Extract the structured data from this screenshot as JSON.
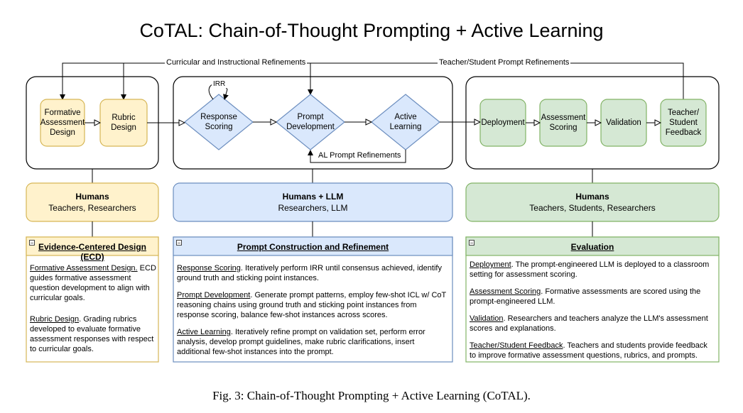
{
  "title": "CoTAL: Chain-of-Thought Prompting + Active Learning",
  "caption": "Fig. 3: Chain-of-Thought Prompting + Active Learning (CoTAL).",
  "edges": {
    "curricular": "Curricular and Instructional Refinements",
    "teacher_student": "Teacher/Student Prompt Refinements",
    "irr": "IRR",
    "al_refinements": "AL Prompt Refinements"
  },
  "nodes": {
    "formative": "Formative Assessment Design",
    "rubric": "Rubric Design",
    "response_scoring": "Response Scoring",
    "prompt_dev": "Prompt Development",
    "active_learning": "Active Learning",
    "deployment": "Deployment",
    "assessment_scoring": "Assessment Scoring",
    "validation": "Validation",
    "feedback": "Teacher/ Student Feedback"
  },
  "roles": {
    "left": {
      "title": "Humans",
      "sub": "Teachers, Researchers"
    },
    "mid": {
      "title": "Humans + LLM",
      "sub": "Researchers, LLM"
    },
    "right": {
      "title": "Humans",
      "sub": "Teachers, Students, Researchers"
    }
  },
  "panels": {
    "ecd": {
      "heading": "Evidence-Centered Design (ECD)",
      "items": [
        {
          "term": "Formative Assessment Design.",
          "text": " ECD guides formative assessment question development to align with curricular goals."
        },
        {
          "term": "Rubric Design",
          "text": ". Grading rubrics developed to evaluate formative assessment responses with respect to curricular goals."
        }
      ]
    },
    "prompt": {
      "heading": "Prompt Construction and Refinement",
      "items": [
        {
          "term": "Response Scoring",
          "text": ". Iteratively perform IRR until consensus achieved, identify ground truth and sticking point instances."
        },
        {
          "term": "Prompt Development",
          "text": ". Generate prompt patterns, employ few-shot ICL w/ CoT reasoning chains using ground truth and sticking point instances from response scoring, balance few-shot instances across scores."
        },
        {
          "term": "Active Learning",
          "text": ". Iteratively refine prompt on validation set, perform error analysis, develop prompt guidelines, make rubric clarifications, insert additional few-shot instances into the prompt."
        }
      ]
    },
    "eval": {
      "heading": "Evaluation",
      "items": [
        {
          "term": "Deployment",
          "text": ". The prompt-engineered LLM is deployed to a classroom setting for assessment scoring."
        },
        {
          "term": "Assessment Scoring",
          "text": ". Formative assessments are scored using the prompt-engineered LLM."
        },
        {
          "term": "Validation",
          "text": ". Researchers and teachers analyze the LLM's assessment scores and explanations."
        },
        {
          "term": "Teacher/Student Feedback",
          "text": ". Teachers and students provide feedback to improve formative assessment questions, rubrics, and prompts."
        }
      ]
    }
  },
  "colors": {
    "yellow_fill": "#fff2cc",
    "yellow_stroke": "#d6b656",
    "blue_fill": "#dae8fc",
    "blue_stroke": "#6c8ebf",
    "green_fill": "#d5e8d4",
    "green_stroke": "#82b366"
  }
}
